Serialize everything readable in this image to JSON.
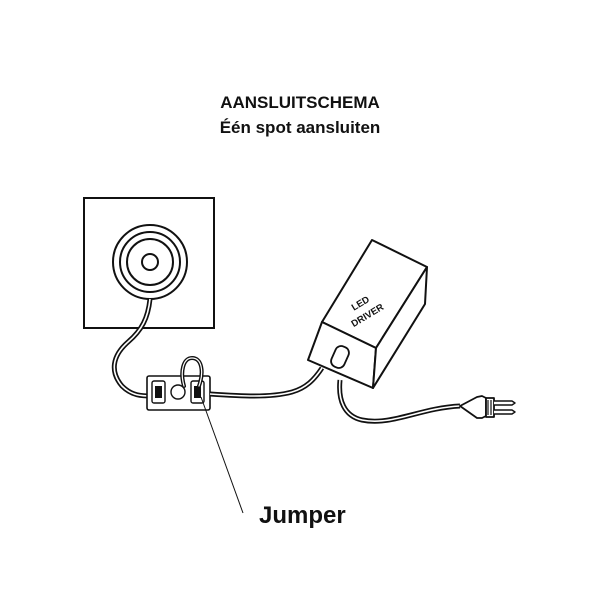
{
  "header": {
    "title": "AANSLUITSCHEMA",
    "subtitle": "Één spot aansluiten"
  },
  "driver": {
    "line1": "LED",
    "line2": "DRIVER"
  },
  "labels": {
    "jumper": "Jumper"
  },
  "colors": {
    "line": "#111111",
    "background": "#ffffff"
  }
}
